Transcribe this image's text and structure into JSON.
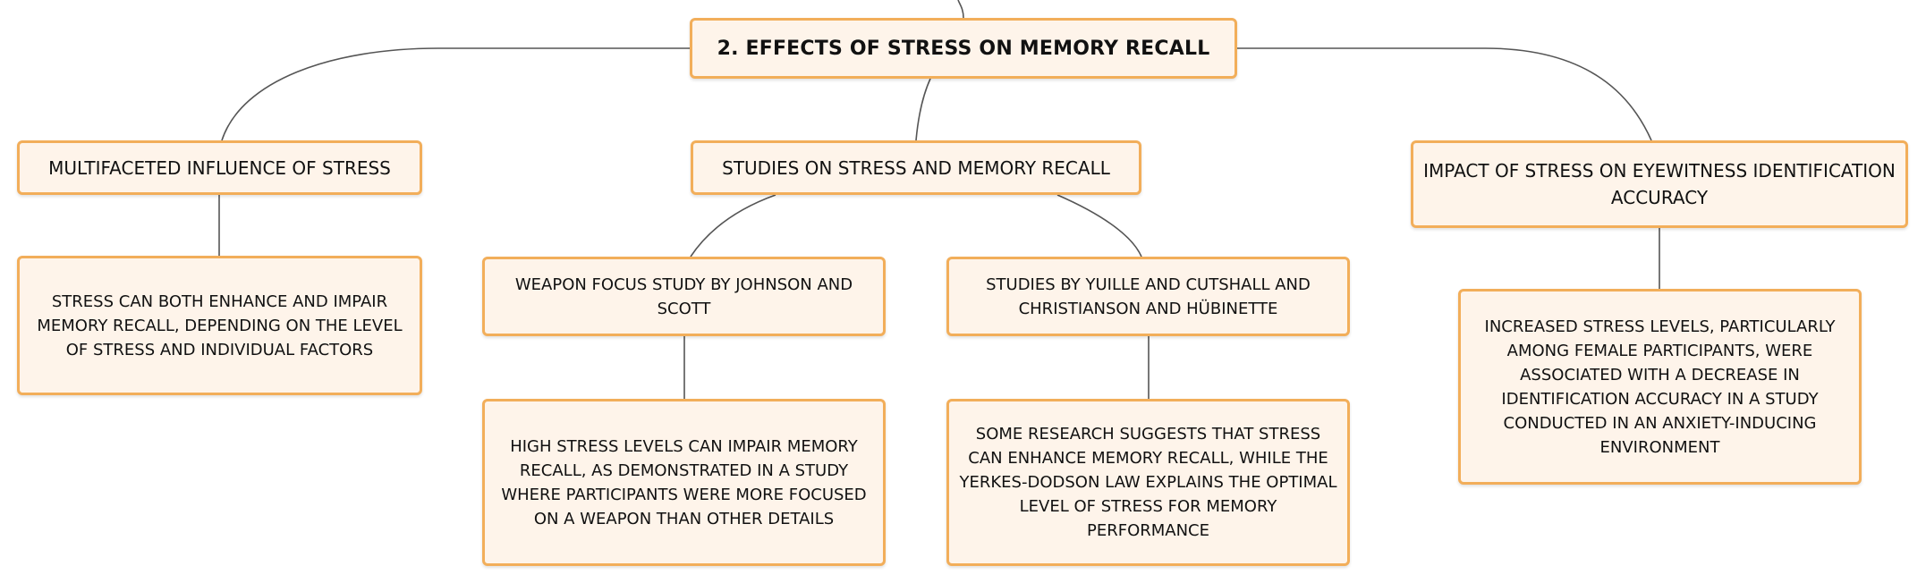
{
  "mind_map": {
    "root": {
      "label": "2. EFFECTS OF STRESS ON MEMORY RECALL"
    },
    "branches": [
      {
        "label": "MULTIFACETED INFLUENCE OF STRESS",
        "detail": "STRESS CAN BOTH ENHANCE AND IMPAIR MEMORY RECALL, DEPENDING ON THE LEVEL OF STRESS AND INDIVIDUAL FACTORS"
      },
      {
        "label": "STUDIES ON STRESS AND MEMORY RECALL",
        "children": [
          {
            "label": "WEAPON FOCUS STUDY BY JOHNSON AND SCOTT",
            "detail": "HIGH STRESS LEVELS CAN IMPAIR MEMORY RECALL, AS DEMONSTRATED IN A STUDY WHERE PARTICIPANTS WERE MORE FOCUSED ON A WEAPON THAN OTHER DETAILS"
          },
          {
            "label": "STUDIES BY YUILLE AND CUTSHALL AND CHRISTIANSON AND HÜBINETTE",
            "detail": "SOME RESEARCH SUGGESTS THAT STRESS CAN ENHANCE MEMORY RECALL, WHILE THE YERKES-DODSON LAW EXPLAINS THE OPTIMAL LEVEL OF STRESS FOR MEMORY PERFORMANCE"
          }
        ]
      },
      {
        "label": "IMPACT OF STRESS ON EYEWITNESS IDENTIFICATION ACCURACY",
        "detail": "INCREASED STRESS LEVELS, PARTICULARLY AMONG FEMALE PARTICIPANTS, WERE ASSOCIATED WITH A DECREASE IN IDENTIFICATION ACCURACY IN A STUDY CONDUCTED IN AN ANXIETY-INDUCING ENVIRONMENT"
      }
    ]
  },
  "colors": {
    "node_fill": "#fef4ea",
    "node_border": "#f2ae5a",
    "connector": "#555555",
    "text": "#111111"
  }
}
